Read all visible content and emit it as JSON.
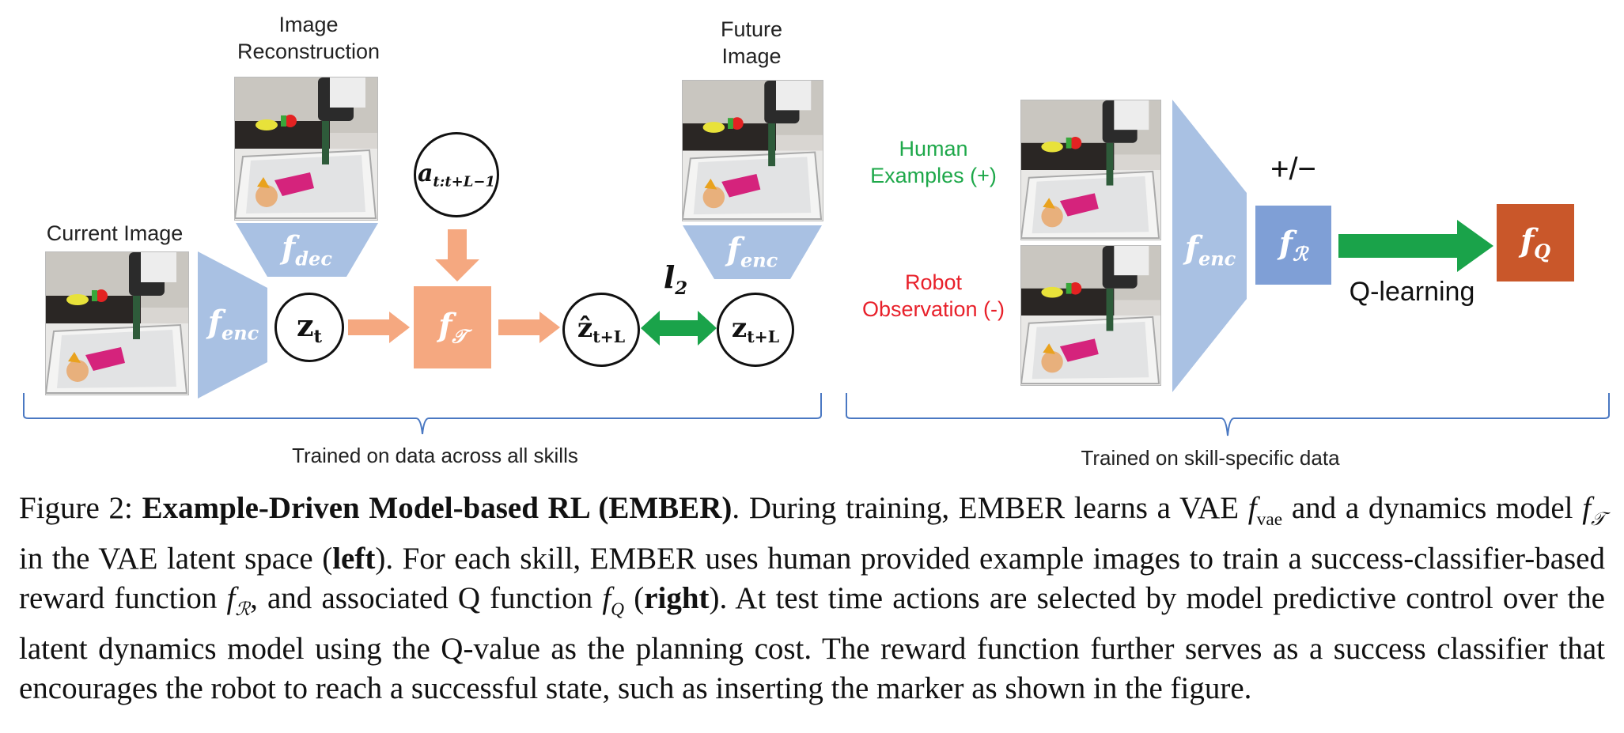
{
  "figure": {
    "left_panel": {
      "image_reconstruction_label": "Image\nReconstruction",
      "current_image_label": "Current Image",
      "future_image_label": "Future\nImage",
      "f_dec": "f",
      "f_dec_sub": "dec",
      "f_enc": "f",
      "f_enc_sub": "enc",
      "f_enc_future": "f",
      "f_enc_future_sub": "enc",
      "z_t": "z",
      "z_t_sub": "t",
      "action": "a",
      "action_sub": "t:t+L−1",
      "f_T": "f",
      "f_T_sub": "𝒯",
      "z_hat": "ẑ",
      "z_hat_sub": "t+L",
      "z_future": "z",
      "z_future_sub": "t+L",
      "loss": "l",
      "loss_sub": "2",
      "bracket_label": "Trained on data across all skills"
    },
    "right_panel": {
      "human_label": "Human\nExamples (+)",
      "robot_label": "Robot\nObservation (-)",
      "f_enc": "f",
      "f_enc_sub": "enc",
      "f_R": "f",
      "f_R_sub": "ℛ",
      "plus_minus": "+/−",
      "q_learning": "Q-learning",
      "f_Q": "f",
      "f_Q_sub": "Q",
      "bracket_label": "Trained on skill-specific data"
    },
    "colors": {
      "encoder_blue": "#a9c1e3",
      "reward_blue": "#7f9fd6",
      "dynamics_orange": "#f5a880",
      "q_orange": "#c9572a",
      "arrow_green": "#1aa34a",
      "human_green": "#1ea84a",
      "robot_red": "#e8202a",
      "bracket_blue": "#4a78c2"
    }
  },
  "caption": {
    "prefix": "Figure 2: ",
    "title": "Example-Driven Model-based RL (EMBER)",
    "t1": ". During training, EMBER learns a VAE ",
    "f_vae": "f",
    "f_vae_sub": "vae",
    "t2": " and a dynamics model ",
    "f_T": "f",
    "f_T_sub": "𝒯",
    "t3": " in the VAE latent space (",
    "left": "left",
    "t4": "). For each skill, EMBER uses human provided example images to train a success-classifier-based reward function ",
    "f_R": "f",
    "f_R_sub": "ℛ",
    "t5": ", and associated Q function ",
    "f_Q": "f",
    "f_Q_sub": "Q",
    "t6": " (",
    "right": "right",
    "t7": "). At test time actions are selected by model predictive control over the latent dynamics model using the Q-value as the planning cost. The reward function further serves as a success classifier that encourages the robot to reach a successful state, such as inserting the marker as shown in the figure."
  }
}
